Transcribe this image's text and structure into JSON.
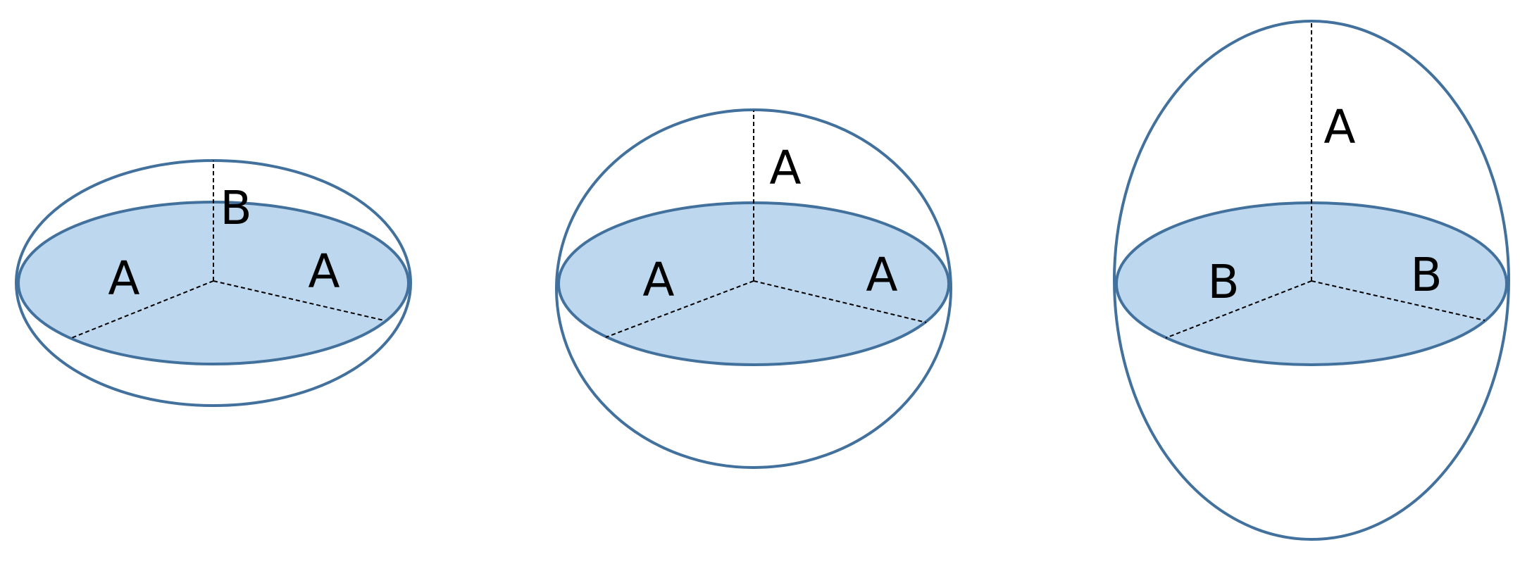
{
  "colors": {
    "outline": "#41719C",
    "equator_fill": "#BDD7EE",
    "axis_line": "#000000",
    "label": "#000000"
  },
  "figures": [
    {
      "shape": "oblate spheroid",
      "labels": {
        "left_semi_axis": "A",
        "right_semi_axis": "A",
        "vertical_semi_axis": "B"
      }
    },
    {
      "shape": "sphere",
      "labels": {
        "left_semi_axis": "A",
        "right_semi_axis": "A",
        "vertical_semi_axis": "A"
      }
    },
    {
      "shape": "prolate spheroid",
      "labels": {
        "left_semi_axis": "B",
        "right_semi_axis": "B",
        "vertical_semi_axis": "A"
      }
    }
  ]
}
